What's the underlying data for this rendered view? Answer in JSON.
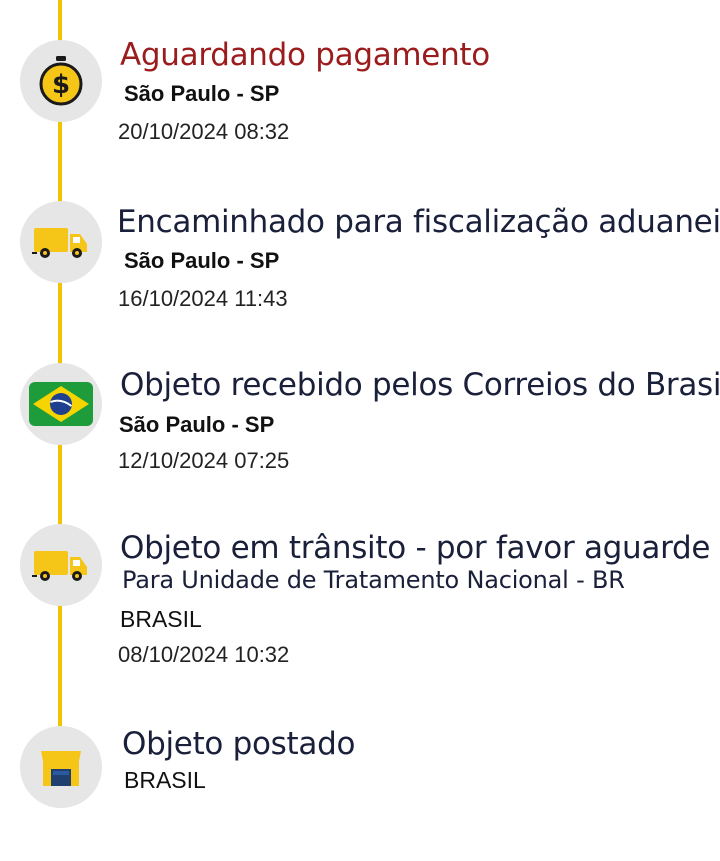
{
  "tracking": {
    "events": [
      {
        "icon": "dollar-coin-icon",
        "title": "Aguardando pagamento",
        "location": "São Paulo - SP",
        "datetime": "20/10/2024 08:32"
      },
      {
        "icon": "truck-icon",
        "title": "Encaminhado para fiscalização aduaneira",
        "location": "São Paulo - SP",
        "datetime": "16/10/2024 11:43"
      },
      {
        "icon": "brazil-flag-icon",
        "title": "Objeto recebido pelos Correios do Brasil",
        "location": "São Paulo - SP",
        "datetime": "12/10/2024 07:25"
      },
      {
        "icon": "truck-icon",
        "title": "Objeto em trânsito - por favor aguarde",
        "detail": "Para Unidade de Tratamento Nacional - BR",
        "location": "BRASIL",
        "datetime": "08/10/2024 10:32"
      },
      {
        "icon": "post-office-icon",
        "title": "Objeto postado",
        "location": "BRASIL"
      }
    ]
  },
  "colors": {
    "timeline": "#f2c400",
    "pending_title": "#9b1c1c",
    "icon_background": "#e6e6e6"
  }
}
